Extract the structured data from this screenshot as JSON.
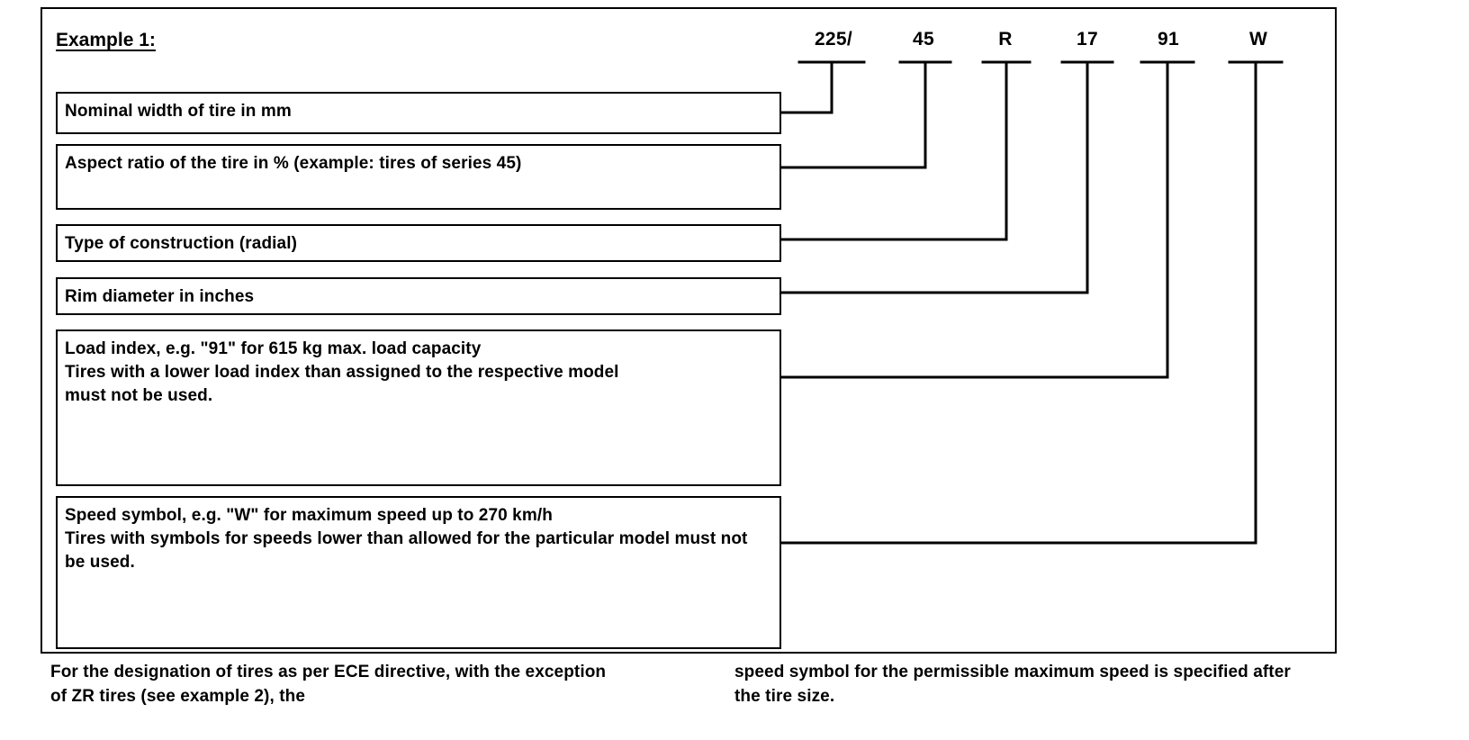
{
  "figure": {
    "title": "Example 1:",
    "tire_code": {
      "full": "225/45 R 17 91 W",
      "segments": [
        {
          "id": "nominal-width",
          "label": "225/"
        },
        {
          "id": "aspect-ratio",
          "label": "45"
        },
        {
          "id": "construction",
          "label": "R"
        },
        {
          "id": "rim-diameter",
          "label": "17"
        },
        {
          "id": "load-index",
          "label": "91"
        },
        {
          "id": "speed-symbol",
          "label": "W"
        }
      ]
    },
    "descriptions": [
      {
        "id": "nominal-width",
        "text": "Nominal width of tire in mm"
      },
      {
        "id": "aspect-ratio",
        "text": "Aspect ratio of the tire in % (example: tires of series 45)"
      },
      {
        "id": "construction",
        "text": "Type of construction (radial)"
      },
      {
        "id": "rim-diameter",
        "text": "Rim diameter in inches"
      },
      {
        "id": "load-index",
        "text": "Load index, e.g. \"91\" for 615 kg max. load capacity\nTires with a lower load index than assigned to the respective model\nmust not be used."
      },
      {
        "id": "speed-symbol",
        "text": "Speed symbol, e.g. \"W\" for maximum speed up to 270 km/h\nTires with symbols for speeds lower than allowed for the particular model must not\nbe used."
      }
    ],
    "caption": {
      "left": "For the designation of tires as per ECE directive, with the exception\nof ZR tires (see example 2), the",
      "right": "speed symbol for the permissible maximum speed is specified after\nthe tire size."
    },
    "colors": {
      "ink": "#000000",
      "paper": "#ffffff"
    }
  }
}
